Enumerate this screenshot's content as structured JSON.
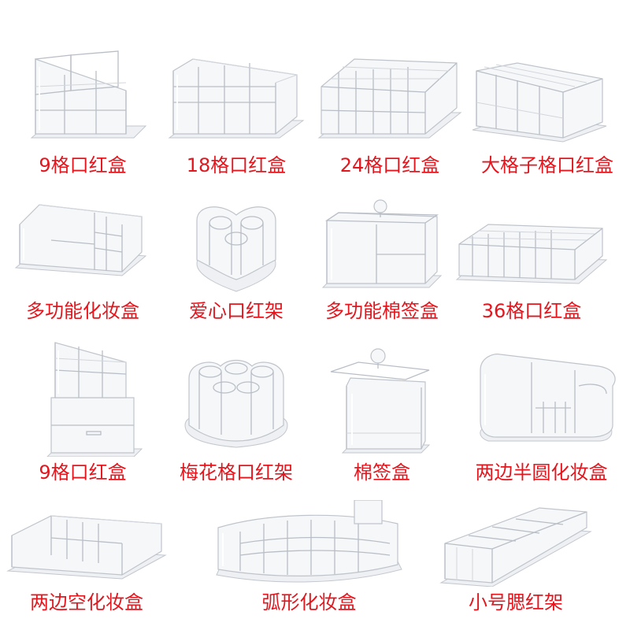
{
  "background": "#ffffff",
  "label_color": "#e3161e",
  "products": [
    {
      "id": "p1",
      "label": "9格口红盒",
      "icon": "tiered-lipstick-box-9"
    },
    {
      "id": "p2",
      "label": "18格口红盒",
      "icon": "tiered-lipstick-box-18"
    },
    {
      "id": "p3",
      "label": "24格口红盒",
      "icon": "grid-lipstick-box-24"
    },
    {
      "id": "p4",
      "label": "大格子格口红盒",
      "icon": "tall-grid-lipstick-box"
    },
    {
      "id": "p5",
      "label": "多功能化妆盒",
      "icon": "multi-compartment-organizer"
    },
    {
      "id": "p6",
      "label": "爱心口红架",
      "icon": "heart-lipstick-holder"
    },
    {
      "id": "p7",
      "label": "多功能棉签盒",
      "icon": "lidded-cotton-swab-box-divided"
    },
    {
      "id": "p8",
      "label": "36格口红盒",
      "icon": "grid-lipstick-box-36"
    },
    {
      "id": "p9",
      "label": "9格口红盒",
      "icon": "lipstick-box-with-drawer"
    },
    {
      "id": "p10",
      "label": "梅花格口红架",
      "icon": "plum-blossom-lipstick-holder"
    },
    {
      "id": "p11",
      "label": "棉签盒",
      "icon": "lidded-cotton-swab-box"
    },
    {
      "id": "p12",
      "label": "两边半圆化妆盒",
      "icon": "rounded-end-organizer"
    },
    {
      "id": "p13",
      "label": "两边空化妆盒",
      "icon": "open-sided-organizer"
    },
    {
      "id": "p14",
      "label": "弧形化妆盒",
      "icon": "curved-organizer"
    },
    {
      "id": "p15",
      "label": "小号腮红架",
      "icon": "small-blush-holder"
    }
  ]
}
